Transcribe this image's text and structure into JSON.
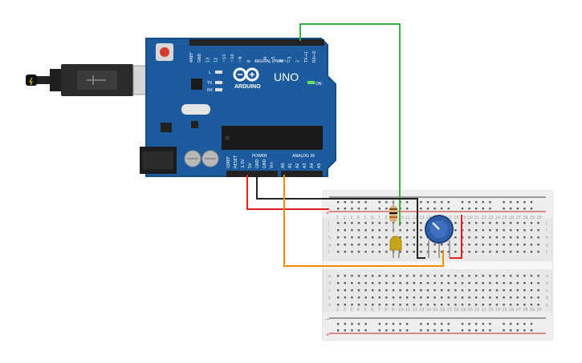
{
  "arduino": {
    "model": "UNO",
    "brand": "ARDUINO",
    "digital_label": "DIGITAL (PWM~)",
    "on_label": "ON",
    "power_label": "POWER",
    "analog_label": "ANALOG IN",
    "led_labels": {
      "l": "L",
      "tx": "TX",
      "rx": "RX"
    },
    "top_pins": [
      "AREF",
      "GND",
      "13",
      "12",
      "~11",
      "~10",
      "~9",
      "8",
      "7",
      "~6",
      "~5",
      "4",
      "~3",
      "2",
      "TX→1",
      "RX←0"
    ],
    "power_pins": [
      "IOREF",
      "RESET",
      "3.3V",
      "5V",
      "GND",
      "GND",
      "Vin"
    ],
    "analog_pins": [
      "A0",
      "A1",
      "A2",
      "A3",
      "A4",
      "A5"
    ]
  },
  "breadboard": {
    "row_letters_top": [
      "j",
      "i",
      "h",
      "g",
      "f"
    ],
    "row_letters_bottom": [
      "e",
      "d",
      "c",
      "b",
      "a"
    ],
    "column_count": 30,
    "rail_signs": {
      "minus": "−",
      "plus": "+"
    }
  },
  "colors": {
    "board": "#1c5b9e",
    "wire_green": "#3cb043",
    "wire_red": "#e0201c",
    "wire_black": "#222222",
    "wire_orange": "#f08a00",
    "led": "#c9a41a",
    "pot": "#2f5fa8"
  }
}
